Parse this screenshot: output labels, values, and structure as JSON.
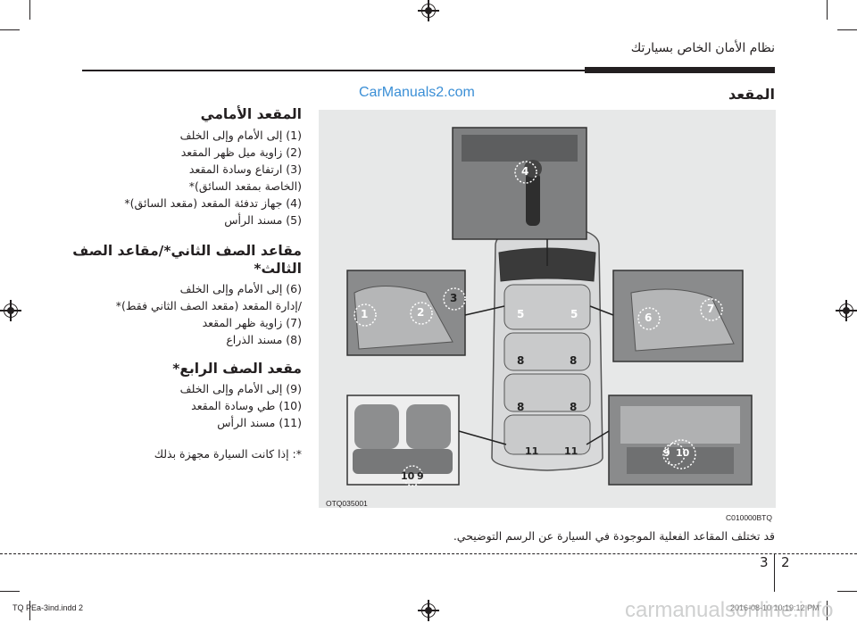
{
  "header": {
    "title": "نظام الأمان الخاص بسيارتك"
  },
  "watermark": "CarManuals2.com",
  "section_title": "المقعد",
  "groups": {
    "front": {
      "title": "المقعد الأمامي",
      "items": [
        "(1) إلى الأمام وإلى الخلف",
        "(2) زاوية ميل ظهر المقعد",
        "(3) ارتفاع وسادة المقعد",
        "(الخاصة بمقعد السائق)*",
        "(4) جهاز تدفئة المقعد (مقعد السائق)*",
        "(5) مسند الرأس"
      ]
    },
    "second_third": {
      "title_line1": "مقاعد الصف الثاني*/مقاعد الصف",
      "title_line2": "الثالث*",
      "items": [
        "(6) إلى الأمام وإلى الخلف",
        "/إدارة المقعد (مقعد الصف الثاني فقط)*",
        "(7) زاوية ظهر المقعد",
        "(8) مسند الذراع"
      ]
    },
    "fourth": {
      "title": "مقعد الصف الرابع*",
      "items": [
        "(9) إلى الأمام وإلى الخلف",
        "(10) طي وسادة المقعد",
        "(11) مسند الرأس"
      ]
    },
    "footnote": "*: إذا كانت السيارة مجهزة بذلك"
  },
  "figure": {
    "code_left": "OTQ035001",
    "code_right": "C010000BTQ",
    "callouts": [
      "1",
      "2",
      "3",
      "4",
      "5",
      "6",
      "7",
      "8",
      "9",
      "10",
      "11"
    ]
  },
  "note": "قد تختلف المقاعد الفعلية الموجودة في السيارة عن الرسم التوضيحي.",
  "pages": {
    "left": "3",
    "right": "2"
  },
  "footer": {
    "file": "TQ PEa-3ind.indd   2",
    "date": "2016-08-10   10:19:12 PM"
  },
  "site_watermark": "carmanualsonline.info",
  "colors": {
    "figure_bg": "#e7e8e8",
    "watermark": "#3b8fd6",
    "text": "#231f20"
  }
}
